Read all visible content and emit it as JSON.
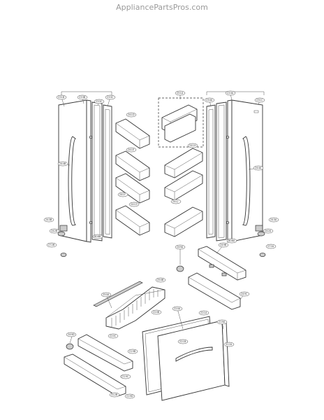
{
  "header": {
    "watermark": "AppliancePartsPros.com"
  },
  "labels": {
    "l231b": "231B",
    "l233b": "233B",
    "l233c": "233C",
    "l251a": "251A",
    "l234a": "234A",
    "l233a": "233A",
    "l231c": "231C",
    "l244b": "244B",
    "l244a": "244A",
    "l241d": "241D",
    "l241e": "241E",
    "l241f": "241F",
    "l241g": "241G",
    "l241h": "241H",
    "l241j": "241J",
    "l808b": "808B",
    "l808a": "808A",
    "l242b": "242B",
    "l242a": "242A",
    "l272b": "272B",
    "l272a": "272A",
    "l243b": "243B",
    "l243a": "243A",
    "l249a": "249A",
    "l249b": "249B",
    "l249c": "249C",
    "l249d": "249D",
    "l250a": "250A",
    "l250b": "250B",
    "l220a": "220A",
    "l220b": "220B",
    "l220c": "220C",
    "l221a": "221A",
    "l221b": "221B",
    "l219a": "219A",
    "l219b": "219B",
    "l219c": "219C",
    "l219d": "219D",
    "l312a": "312A",
    "l312b": "312B"
  }
}
